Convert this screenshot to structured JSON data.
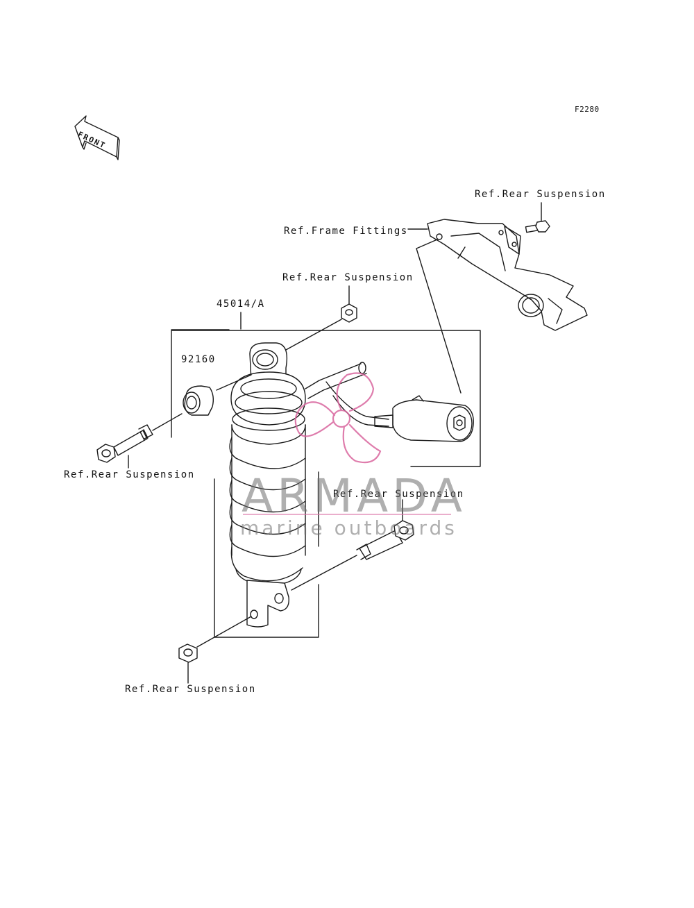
{
  "diagram_code": "F2280",
  "front_label": "FRONT",
  "labels": {
    "ref_rear_suspension_top": "Ref.Rear Suspension",
    "ref_frame_fittings": "Ref.Frame Fittings",
    "ref_rear_suspension_nut": "Ref.Rear Suspension",
    "part_shock": "45014/A",
    "part_bushing": "92160",
    "ref_rear_suspension_left_bolt": "Ref.Rear Suspension",
    "ref_rear_suspension_right_bolt": "Ref.Rear Suspension",
    "ref_rear_suspension_bottom_nut": "Ref.Rear Suspension"
  },
  "watermark": {
    "title": "ARMADA",
    "subtitle": "marine outboards",
    "logo_color": "#d9669e"
  },
  "colors": {
    "line": "#1a1a1a",
    "background": "#ffffff"
  }
}
